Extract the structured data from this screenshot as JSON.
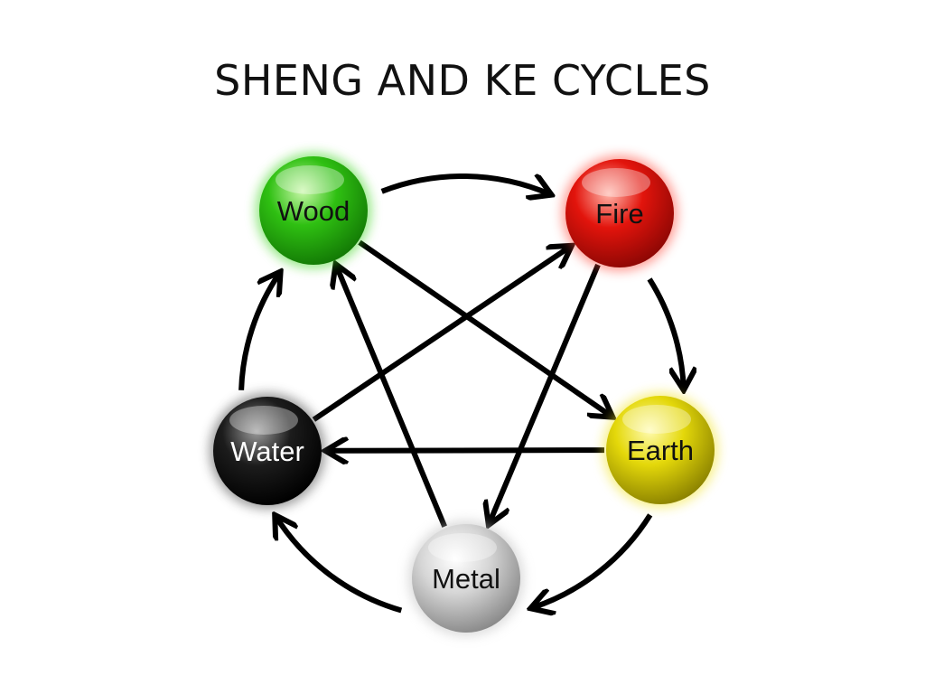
{
  "title": "SHENG AND KE CYCLES",
  "elements": [
    {
      "id": "wood",
      "label": "Wood",
      "color": "#2fc012",
      "highlight": "#c8f7a8",
      "shade": "#137a05",
      "glow": "#3bd51a",
      "text_color": "#111111"
    },
    {
      "id": "fire",
      "label": "Fire",
      "color": "#e2140c",
      "highlight": "#ffb4a8",
      "shade": "#8e0704",
      "glow": "#ff4a3a",
      "text_color": "#111111"
    },
    {
      "id": "earth",
      "label": "Earth",
      "color": "#e4d80a",
      "highlight": "#fffbb0",
      "shade": "#8c8300",
      "glow": "#f2e428",
      "text_color": "#111111"
    },
    {
      "id": "metal",
      "label": "Metal",
      "color": "#d6d6d6",
      "highlight": "#ffffff",
      "shade": "#8a8a8a",
      "glow": "#bfbfbf",
      "text_color": "#111111"
    },
    {
      "id": "water",
      "label": "Water",
      "color": "#1c1c1c",
      "highlight": "#9a9a9a",
      "shade": "#000000",
      "glow": "#444444",
      "text_color": "#ffffff"
    }
  ],
  "sheng_cycle": [
    [
      "wood",
      "fire"
    ],
    [
      "fire",
      "earth"
    ],
    [
      "earth",
      "metal"
    ],
    [
      "metal",
      "water"
    ],
    [
      "water",
      "wood"
    ]
  ],
  "ke_cycle": [
    [
      "wood",
      "earth"
    ],
    [
      "earth",
      "water"
    ],
    [
      "water",
      "fire"
    ],
    [
      "fire",
      "metal"
    ],
    [
      "metal",
      "wood"
    ]
  ]
}
